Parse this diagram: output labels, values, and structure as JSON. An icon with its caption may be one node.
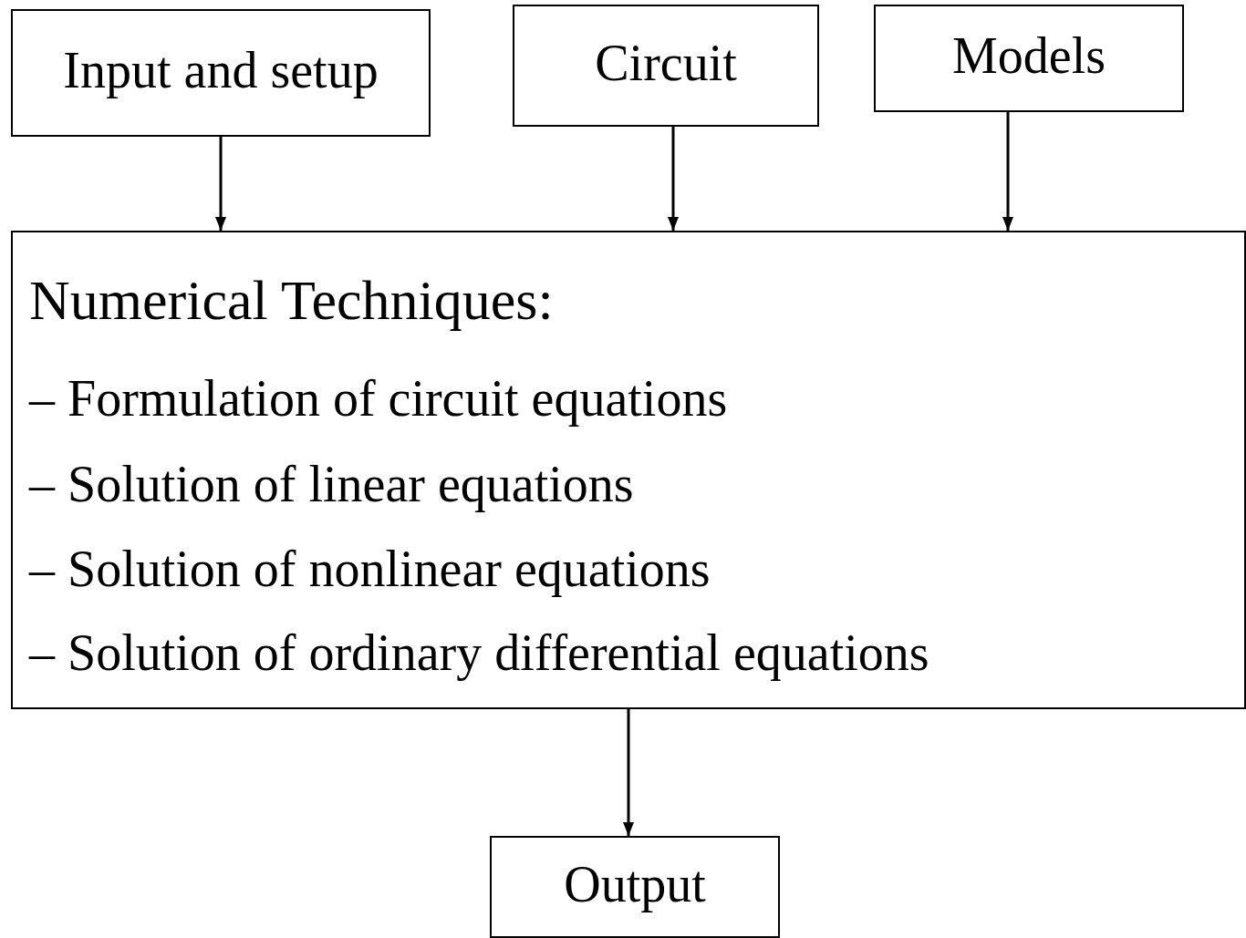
{
  "diagram": {
    "nodes": [
      {
        "text": [
          "Input and setup"
        ]
      },
      {
        "text": [
          "Circuit"
        ]
      },
      {
        "text": [
          "Models"
        ]
      },
      {
        "text": [
          "Numerical Techniques:",
          "– Formulation of circuit equations",
          "– Solution of linear equations",
          "– Solution of nonlinear equations",
          "– Solution of ordinary differential equations"
        ]
      },
      {
        "text": [
          "Output"
        ]
      }
    ],
    "edges": [
      {
        "from": 0,
        "to": 3,
        "arrow": "to"
      },
      {
        "from": 1,
        "to": 3,
        "arrow": "to"
      },
      {
        "from": 2,
        "to": 3,
        "arrow": "to"
      },
      {
        "from": 3,
        "to": 4,
        "arrow": "to"
      }
    ]
  }
}
